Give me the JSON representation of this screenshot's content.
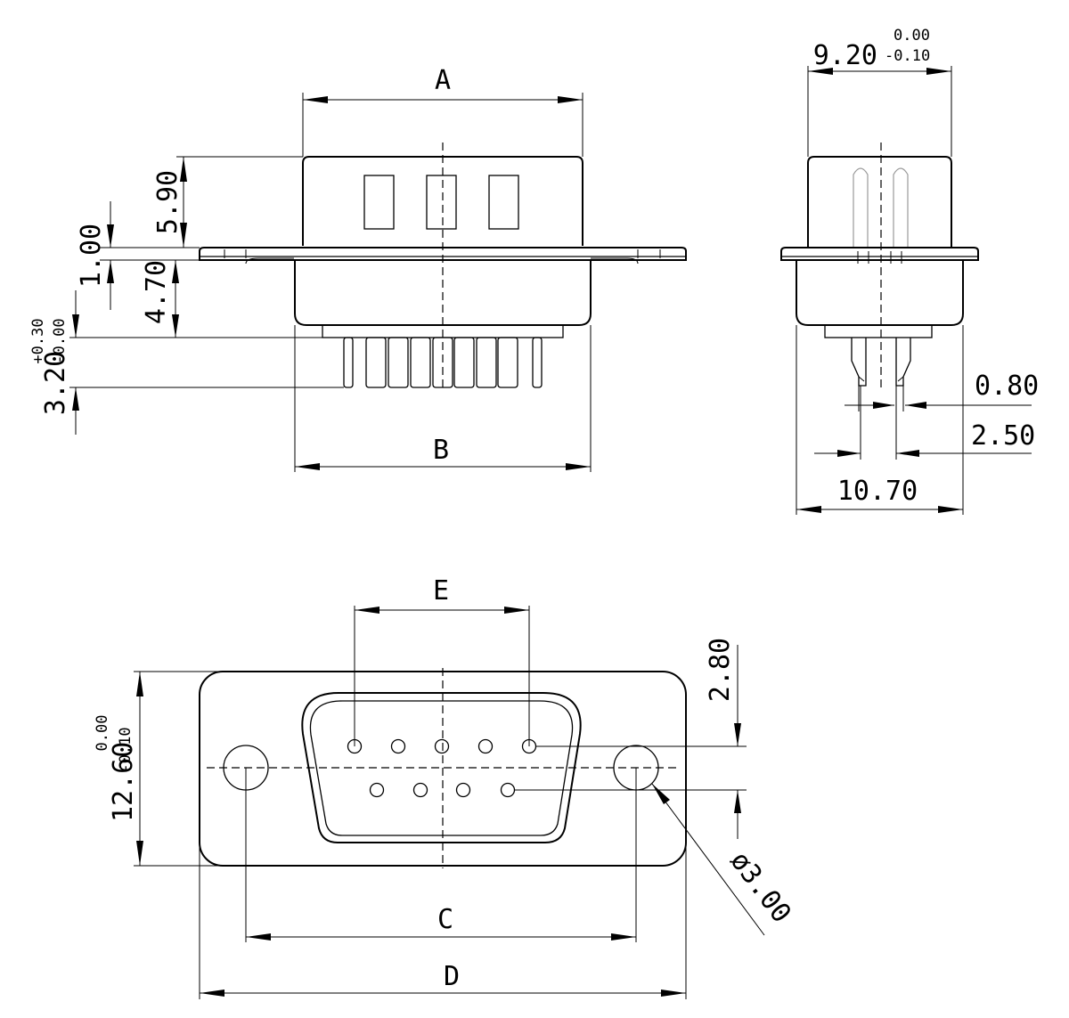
{
  "labels": {
    "A": "A",
    "B": "B",
    "C": "C",
    "D": "D",
    "E": "E"
  },
  "dimensions": {
    "shell_height": "5.90",
    "flange_thickness": "1.00",
    "lower_body": "4.70",
    "pin_length": "3.20",
    "pin_length_tol_plus": "+0.30",
    "pin_length_tol_minus": "-0.00",
    "side_width": "9.20",
    "side_width_tol_upper": "0.00",
    "side_width_tol_lower": "-0.10",
    "pin_width": "0.80",
    "pin_pitch": "2.50",
    "side_body_width": "10.70",
    "front_height": "12.60",
    "front_height_tol_upper": "0.00",
    "front_height_tol_lower": "-0.10",
    "row_spacing": "2.80",
    "hole_diameter": "ø3.00"
  },
  "colors": {
    "line": "#000000",
    "background": "#ffffff"
  }
}
